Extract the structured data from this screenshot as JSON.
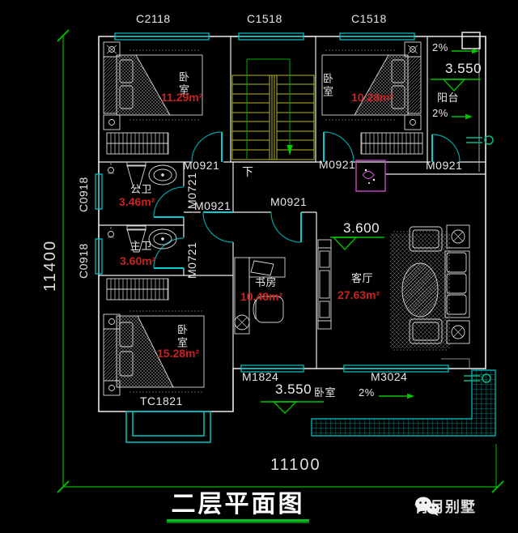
{
  "title": {
    "text": "二层平面图"
  },
  "watermark": {
    "brand": "青月别墅"
  },
  "dims": {
    "height": "11400",
    "width": "11100"
  },
  "win": {
    "c2118": "C2118",
    "c1518a": "C1518",
    "c1518b": "C1518",
    "c0918a": "C0918",
    "c0918b": "C0918",
    "tc1821": "TC1821",
    "m1824": "M1824",
    "m3024": "M3024"
  },
  "door": {
    "m0921_tl": "M0921",
    "m0921_tr": "M0921",
    "m0921_balcony": "M0921",
    "m0921_hall": "M0921",
    "m0921_study": "M0921",
    "m0721_a": "M0721",
    "m0721_b": "M0721"
  },
  "room": {
    "bed_tl": {
      "name": "卧室",
      "area": "11.29m²"
    },
    "bed_tr": {
      "name": "卧室",
      "area": "10.28m²"
    },
    "bath_pub": {
      "name": "公卫",
      "area": "3.46m²"
    },
    "bath_mst": {
      "name": "主卫",
      "area": "3.60m²"
    },
    "bed_bl": {
      "name": "卧室",
      "area": "15.28m²"
    },
    "study": {
      "name": "书房",
      "area": "10.48m²"
    },
    "living": {
      "name": "客厅",
      "area": "27.63m²"
    },
    "balcony": {
      "name": "阳台"
    },
    "terrace": {
      "name": "卧室"
    }
  },
  "anno": {
    "balcony_slope_top": "2%",
    "balcony_level": "3.550",
    "balcony_slope_mid": "2%",
    "living_level": "3.600",
    "terrace_level": "3.550",
    "terrace_slope": "2%",
    "stair_down": "下"
  },
  "colors": {
    "background": "#000000",
    "wall": "#ececec",
    "window": "#00bcbc",
    "door_arc": "#00a0a0",
    "dimension": "#00b400",
    "area_text": "#c82222",
    "stair": "#b5b520",
    "decor_box": "#bb44bb"
  }
}
